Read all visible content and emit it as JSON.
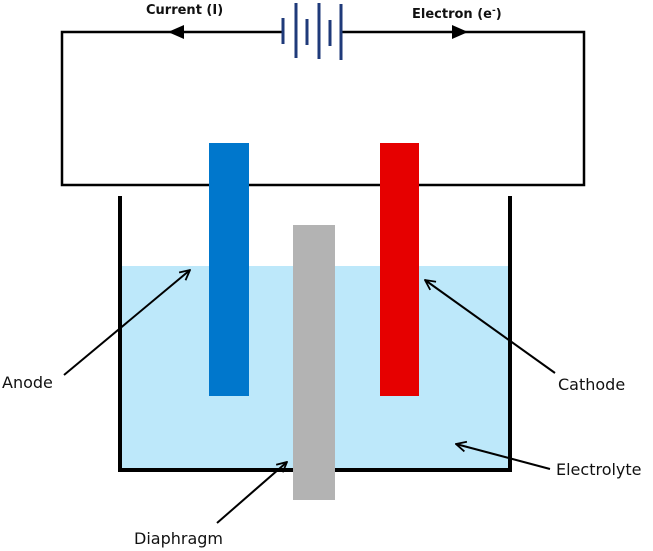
{
  "diagram": {
    "title": "Electrolysis cell",
    "circuit": {
      "current_label": "Current (I)",
      "electron_label_base": "Electron (e",
      "electron_label_sup": "-",
      "electron_label_close": ")",
      "battery_cells": 3
    },
    "labels": {
      "anode": "Anode",
      "cathode": "Cathode",
      "electrolyte": "Electrolyte",
      "diaphragm": "Diaphragm"
    },
    "colors": {
      "anode": "#0077CC",
      "cathode": "#E60000",
      "diaphragm": "#B3B3B3",
      "electrolyte": "#BDE8FA",
      "battery": "#1F3A7A",
      "wire": "#000000"
    }
  }
}
